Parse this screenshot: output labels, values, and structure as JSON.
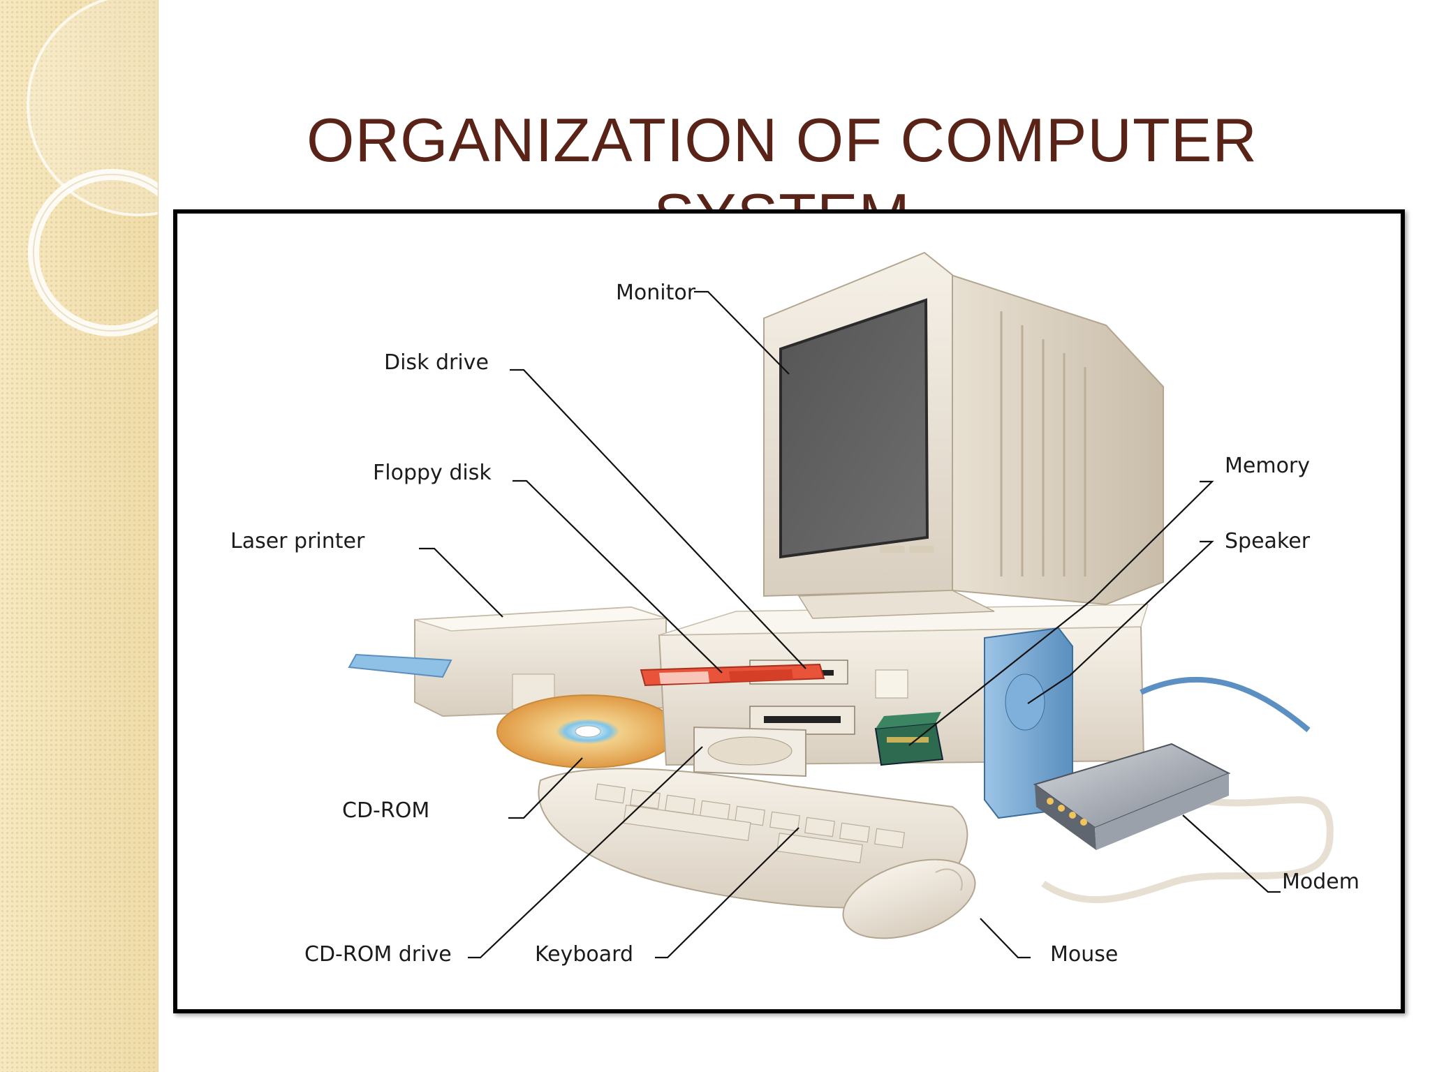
{
  "slide": {
    "title_line1": "ORGANIZATION OF COMPUTER",
    "title_line2": "SYSTEM"
  },
  "colors": {
    "title": "#5a2318",
    "side_band": "#f3e2b4",
    "frame_border": "#000000",
    "label_text": "#1b1b1b"
  },
  "diagram": {
    "labels": {
      "monitor": "Monitor",
      "disk_drive": "Disk drive",
      "floppy_disk": "Floppy disk",
      "laser_printer": "Laser printer",
      "memory": "Memory",
      "speaker": "Speaker",
      "cd_rom": "CD-ROM",
      "modem": "Modem",
      "cd_rom_drive": "CD-ROM drive",
      "keyboard": "Keyboard",
      "mouse": "Mouse"
    }
  }
}
